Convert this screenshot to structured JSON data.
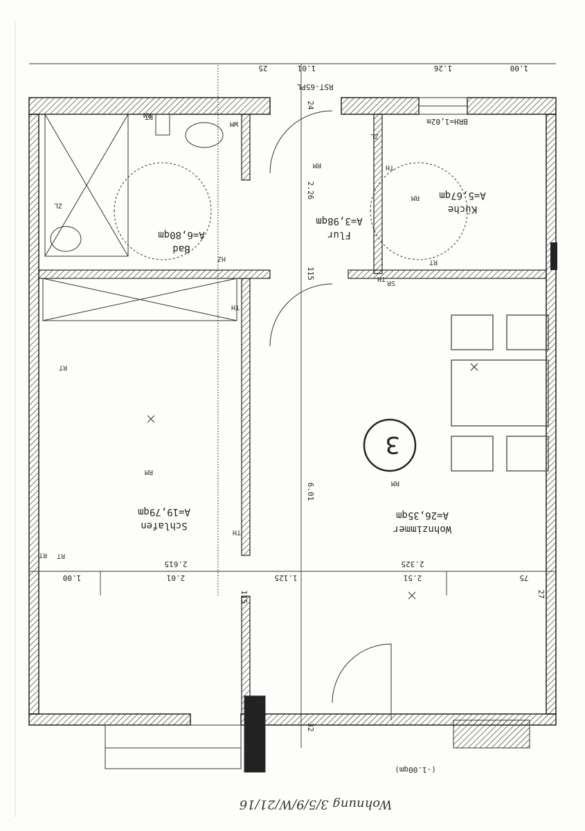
{
  "footer": {
    "handwritten_label": "Wohnung 3/5/9/W/21/16"
  },
  "apartment_marker": "3",
  "rooms": [
    {
      "id": "bad",
      "name": "Bad",
      "area": "A=6,80qm"
    },
    {
      "id": "flur",
      "name": "Flur",
      "area": "A=3,98qm"
    },
    {
      "id": "kueche",
      "name": "Küche",
      "area": "A=5,67qm"
    },
    {
      "id": "schlafen",
      "name": "Schlafen",
      "area": "A=19,79qm"
    },
    {
      "id": "wohnzimmer",
      "name": "Wohnzimmer",
      "area": "A=26,35qm"
    }
  ],
  "dimensions_top": [
    "25",
    "1.01",
    "1.26",
    "1.00"
  ],
  "dimensions_middle_upper": [
    "2.615",
    "2.325"
  ],
  "dimensions_middle_lower": [
    "1.00",
    "2.01",
    "1.125",
    "2.51",
    "75"
  ],
  "dimensions_vertical": [
    "24",
    "2.26",
    "115",
    "6.01",
    "115",
    "32",
    "27"
  ],
  "notes": {
    "rst": "RST-65PL",
    "brh": "BRH=1,02m",
    "window_bottom": "(-1.00qm)"
  },
  "symbols": [
    "RM",
    "RM",
    "RM",
    "RM",
    "RM",
    "RT",
    "RT",
    "RT",
    "RT",
    "RT",
    "TH",
    "TH",
    "TH",
    "TH",
    "SR",
    "HZ",
    "WM",
    "ZL",
    "ZL"
  ]
}
